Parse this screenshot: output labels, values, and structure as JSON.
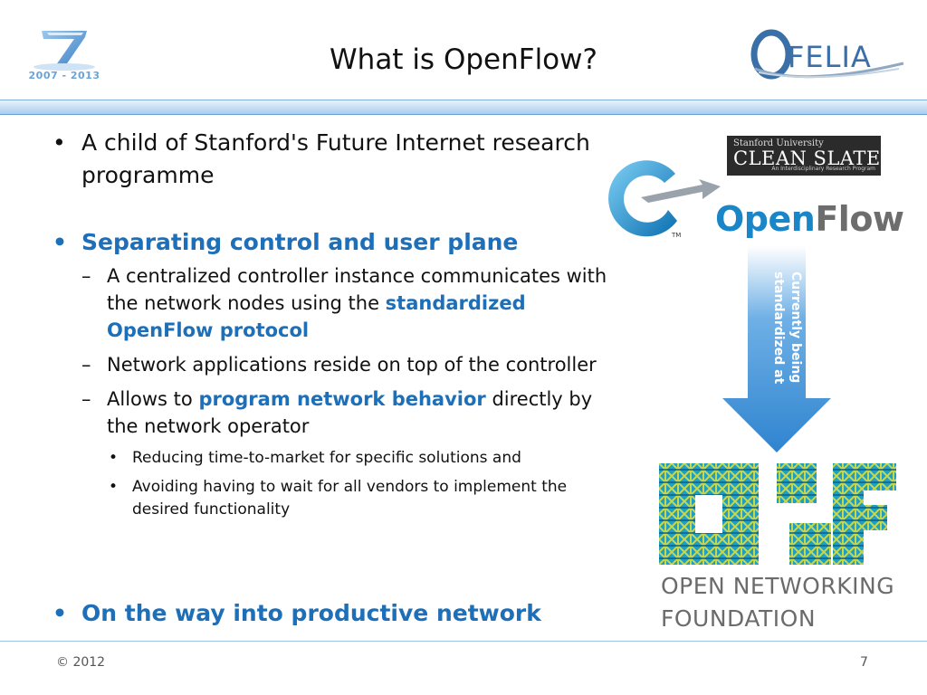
{
  "header": {
    "title": "What is OpenFlow?",
    "fp7_years": "2007 - 2013",
    "ofelia_logo_text": "FELIA"
  },
  "bullets": {
    "b1": "A child of Stanford's Future Internet research programme",
    "b2": "Separating control and user plane",
    "b2_sub1_pre": "A centralized controller instance communicates with the network nodes using the ",
    "b2_sub1_hl": "standardized OpenFlow protocol",
    "b2_sub2": "Network applications reside on top of the controller",
    "b2_sub3_pre": "Allows to ",
    "b2_sub3_hl": "program network behavior",
    "b2_sub3_post": " directly by the network operator",
    "b2_sub3_sub1": "Reducing time-to-market for specific solutions and",
    "b2_sub3_sub2": "Avoiding having to wait for all vendors to implement the desired functionality",
    "b3": "On the way into productive network"
  },
  "logos": {
    "clean_slate_university": "Stanford University",
    "clean_slate_title": "CLEAN SLATE",
    "clean_slate_subtitle": "An Interdisciplinary Research Program",
    "openflow_open": "Open",
    "openflow_flow": "Flow",
    "openflow_tm": "TM",
    "arrow_text": "Currently being standardized at",
    "onf_line1": "OPEN NETWORKING",
    "onf_line2": "FOUNDATION"
  },
  "footer": {
    "copyright": "© 2012",
    "page_number": "7"
  },
  "colors": {
    "highlight": "#1c6fb8",
    "openflow_blue": "#1a86c8",
    "openflow_gray": "#6d6d6d",
    "arrow_blue": "#3c8fd4",
    "band_blue": "#a9cdee"
  }
}
